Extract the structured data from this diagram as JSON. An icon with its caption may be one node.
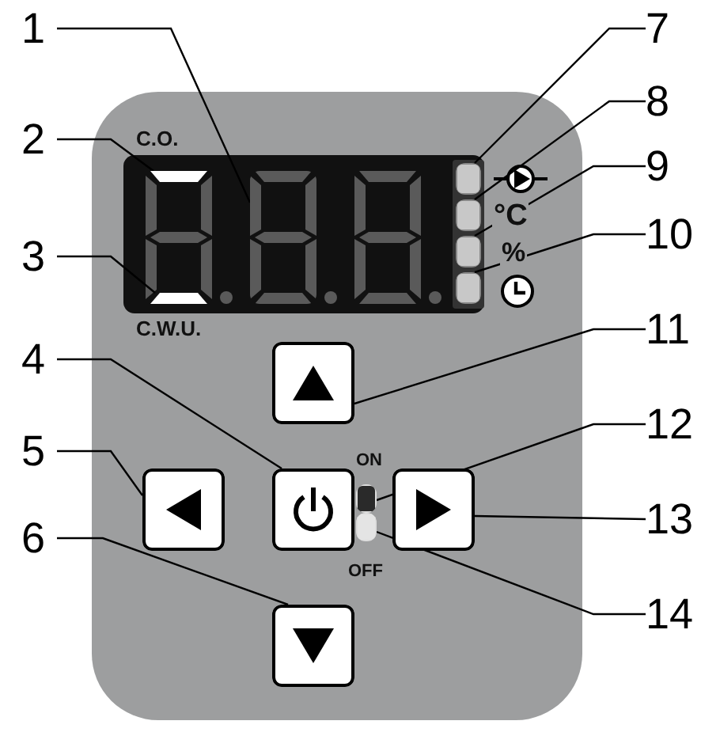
{
  "diagram": {
    "nodes": [
      {
        "text": [
          "1"
        ]
      },
      {
        "text": [
          "2"
        ]
      },
      {
        "text": [
          "3"
        ]
      },
      {
        "text": [
          "4"
        ]
      },
      {
        "text": [
          "5"
        ]
      },
      {
        "text": [
          "6"
        ]
      },
      {
        "text": [
          "7"
        ]
      },
      {
        "text": [
          "8"
        ]
      },
      {
        "text": [
          "9"
        ]
      },
      {
        "text": [
          "10"
        ]
      },
      {
        "text": [
          "11"
        ]
      },
      {
        "text": [
          "12"
        ]
      },
      {
        "text": [
          "13"
        ]
      },
      {
        "text": [
          "14"
        ]
      },
      {
        "text": [],
        "shape": "box"
      },
      {
        "text": [],
        "shape": "bar"
      },
      {
        "text": [],
        "shape": "bar"
      },
      {
        "text": [],
        "shape": "box"
      },
      {
        "text": [],
        "shape": "box"
      },
      {
        "text": [],
        "shape": "box"
      },
      {
        "text": [],
        "shape": "box"
      },
      {
        "text": [],
        "shape": "box"
      },
      {
        "text": [],
        "shape": "box"
      },
      {
        "text": [],
        "shape": "box"
      },
      {
        "text": [],
        "shape": "box"
      },
      {
        "text": [],
        "shape": "box"
      },
      {
        "text": [],
        "shape": "box"
      },
      {
        "text": [],
        "shape": "box"
      }
    ],
    "edges": [
      {
        "from": 0,
        "to": 14,
        "arrow": "none"
      },
      {
        "from": 1,
        "to": 15,
        "arrow": "none"
      },
      {
        "from": 2,
        "to": 16,
        "arrow": "none"
      },
      {
        "from": 3,
        "to": 17,
        "arrow": "none"
      },
      {
        "from": 4,
        "to": 18,
        "arrow": "none"
      },
      {
        "from": 5,
        "to": 19,
        "arrow": "none"
      },
      {
        "from": 6,
        "to": 20,
        "arrow": "none"
      },
      {
        "from": 7,
        "to": 21,
        "arrow": "none"
      },
      {
        "from": 8,
        "to": 22,
        "arrow": "none"
      },
      {
        "from": 9,
        "to": 23,
        "arrow": "none"
      },
      {
        "from": 10,
        "to": 24,
        "arrow": "none"
      },
      {
        "from": 11,
        "to": 25,
        "arrow": "none"
      },
      {
        "from": 12,
        "to": 26,
        "arrow": "none"
      },
      {
        "from": 13,
        "to": 27,
        "arrow": "none"
      }
    ],
    "labels": [
      "C.O.",
      "C.W.U.",
      "°C",
      "%",
      "ON",
      "OFF"
    ]
  }
}
